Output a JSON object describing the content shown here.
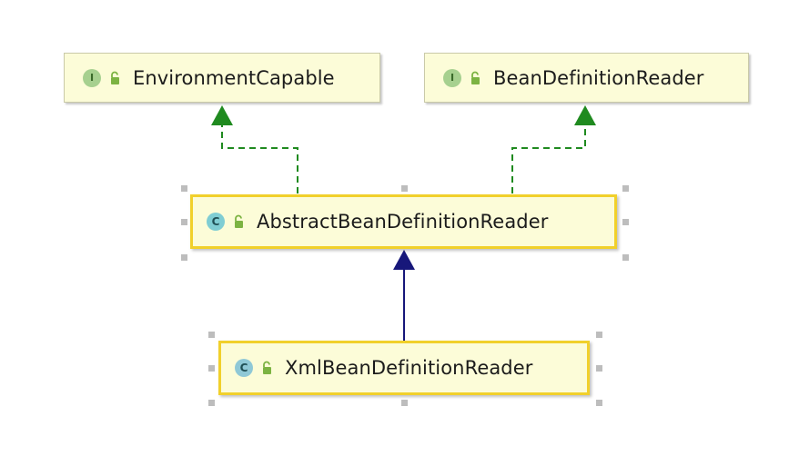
{
  "nodes": {
    "environment_capable": {
      "kind": "I",
      "name": "EnvironmentCapable"
    },
    "bean_definition_reader": {
      "kind": "I",
      "name": "BeanDefinitionReader"
    },
    "abstract_bean_definition_reader": {
      "kind": "C",
      "name": "AbstractBeanDefinitionReader"
    },
    "xml_bean_definition_reader": {
      "kind": "C",
      "name": "XmlBeanDefinitionReader"
    }
  },
  "edges": [
    {
      "from": "abstract_bean_definition_reader",
      "to": "environment_capable",
      "type": "implements"
    },
    {
      "from": "abstract_bean_definition_reader",
      "to": "bean_definition_reader",
      "type": "implements"
    },
    {
      "from": "xml_bean_definition_reader",
      "to": "abstract_bean_definition_reader",
      "type": "extends"
    }
  ],
  "colors": {
    "node_fill": "#fcfcd8",
    "selected_border": "#f1d02b",
    "implements_edge": "#1f8a1f",
    "extends_edge": "#17177a",
    "interface_badge": "#a6d08f",
    "class_badge": "#7fcdd3",
    "lock_icon": "#7cb342"
  }
}
